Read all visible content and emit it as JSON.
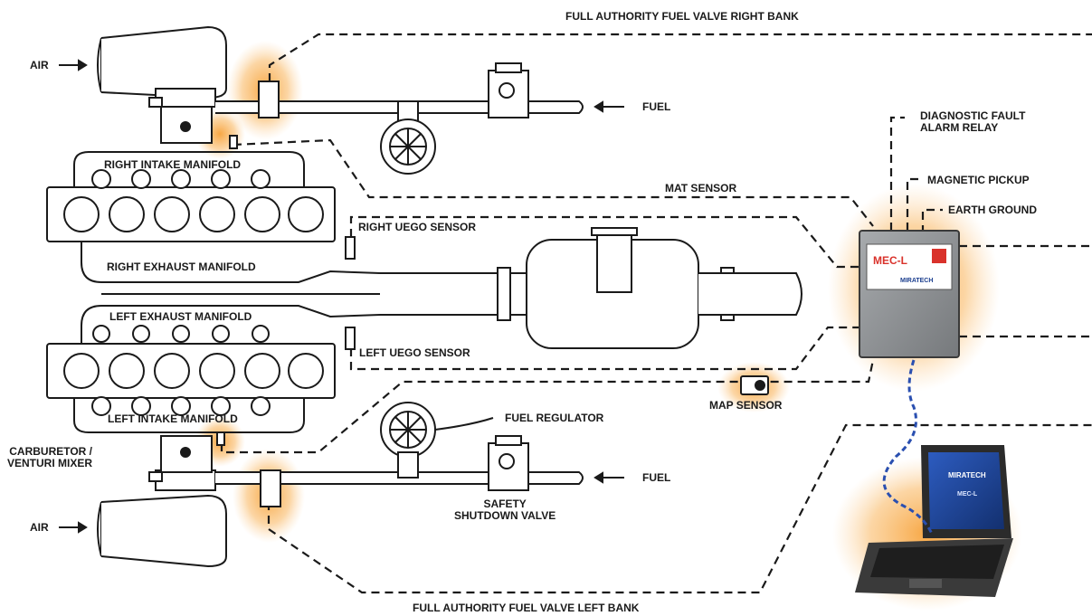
{
  "labels": {
    "fuel_valve_right": "FULL AUTHORITY FUEL VALVE RIGHT BANK",
    "fuel_valve_left": "FULL AUTHORITY FUEL VALVE LEFT BANK",
    "air_top": "AIR",
    "air_bottom": "AIR",
    "fuel_top": "FUEL",
    "fuel_bottom": "FUEL",
    "right_intake": "RIGHT INTAKE MANIFOLD",
    "right_exhaust": "RIGHT EXHAUST MANIFOLD",
    "left_exhaust": "LEFT EXHAUST MANIFOLD",
    "left_intake": "LEFT INTAKE MANIFOLD",
    "right_uego": "RIGHT UEGO SENSOR",
    "left_uego": "LEFT UEGO SENSOR",
    "mat_sensor": "MAT SENSOR",
    "map_sensor": "MAP SENSOR",
    "diag_fault": "DIAGNOSTIC FAULT\nALARM RELAY",
    "magnetic_pickup": "MAGNETIC PICKUP",
    "earth_ground": "EARTH GROUND",
    "fuel_regulator": "FUEL REGULATOR",
    "carburetor": "CARBURETOR /\nVENTURI MIXER",
    "safety_valve": "SAFETY\nSHUTDOWN VALVE"
  },
  "controller": {
    "model": "MEC-L",
    "brand": "MIRATECH"
  },
  "laptop": {
    "brand": "MIRATECH",
    "model": "MEC-L"
  },
  "colors": {
    "line": "#1a1a1a",
    "highlight_glow": "#f7a23a",
    "controller_body": "#8f9294",
    "laptop_screen": "#1c3f8f",
    "cable": "#2a4fb0"
  }
}
